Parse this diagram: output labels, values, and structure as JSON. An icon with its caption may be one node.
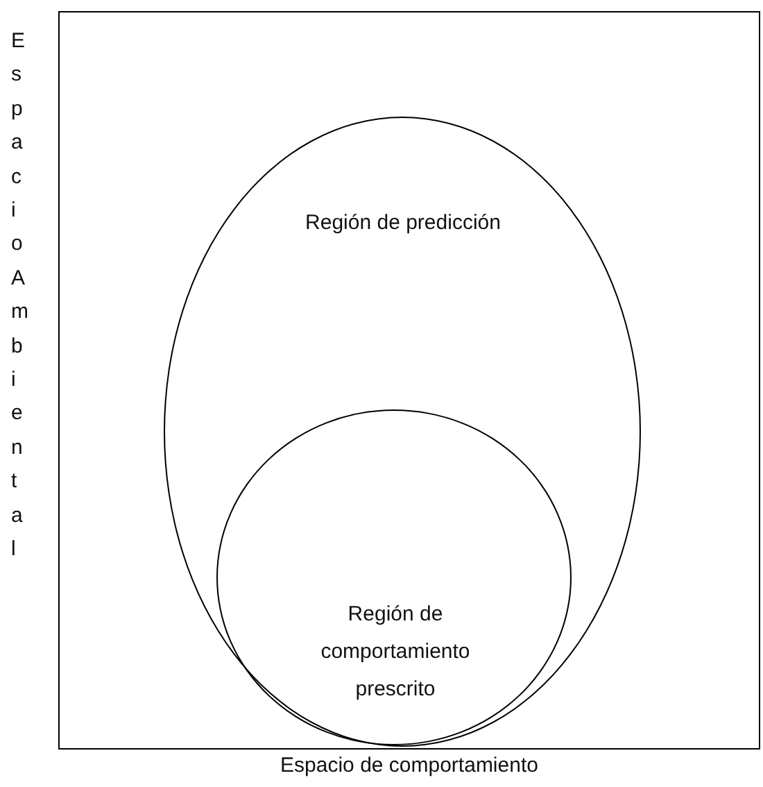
{
  "diagram": {
    "nodes": [
      {
        "text": [],
        "shape": "box"
      },
      {
        "text": [
          "Región de predicción"
        ],
        "in": 0
      },
      {
        "text": [
          "Región de comportamiento prescrito"
        ],
        "in": 1
      }
    ],
    "labels": [
      "Espacio Ambiental",
      "Espacio de comportamiento"
    ]
  }
}
